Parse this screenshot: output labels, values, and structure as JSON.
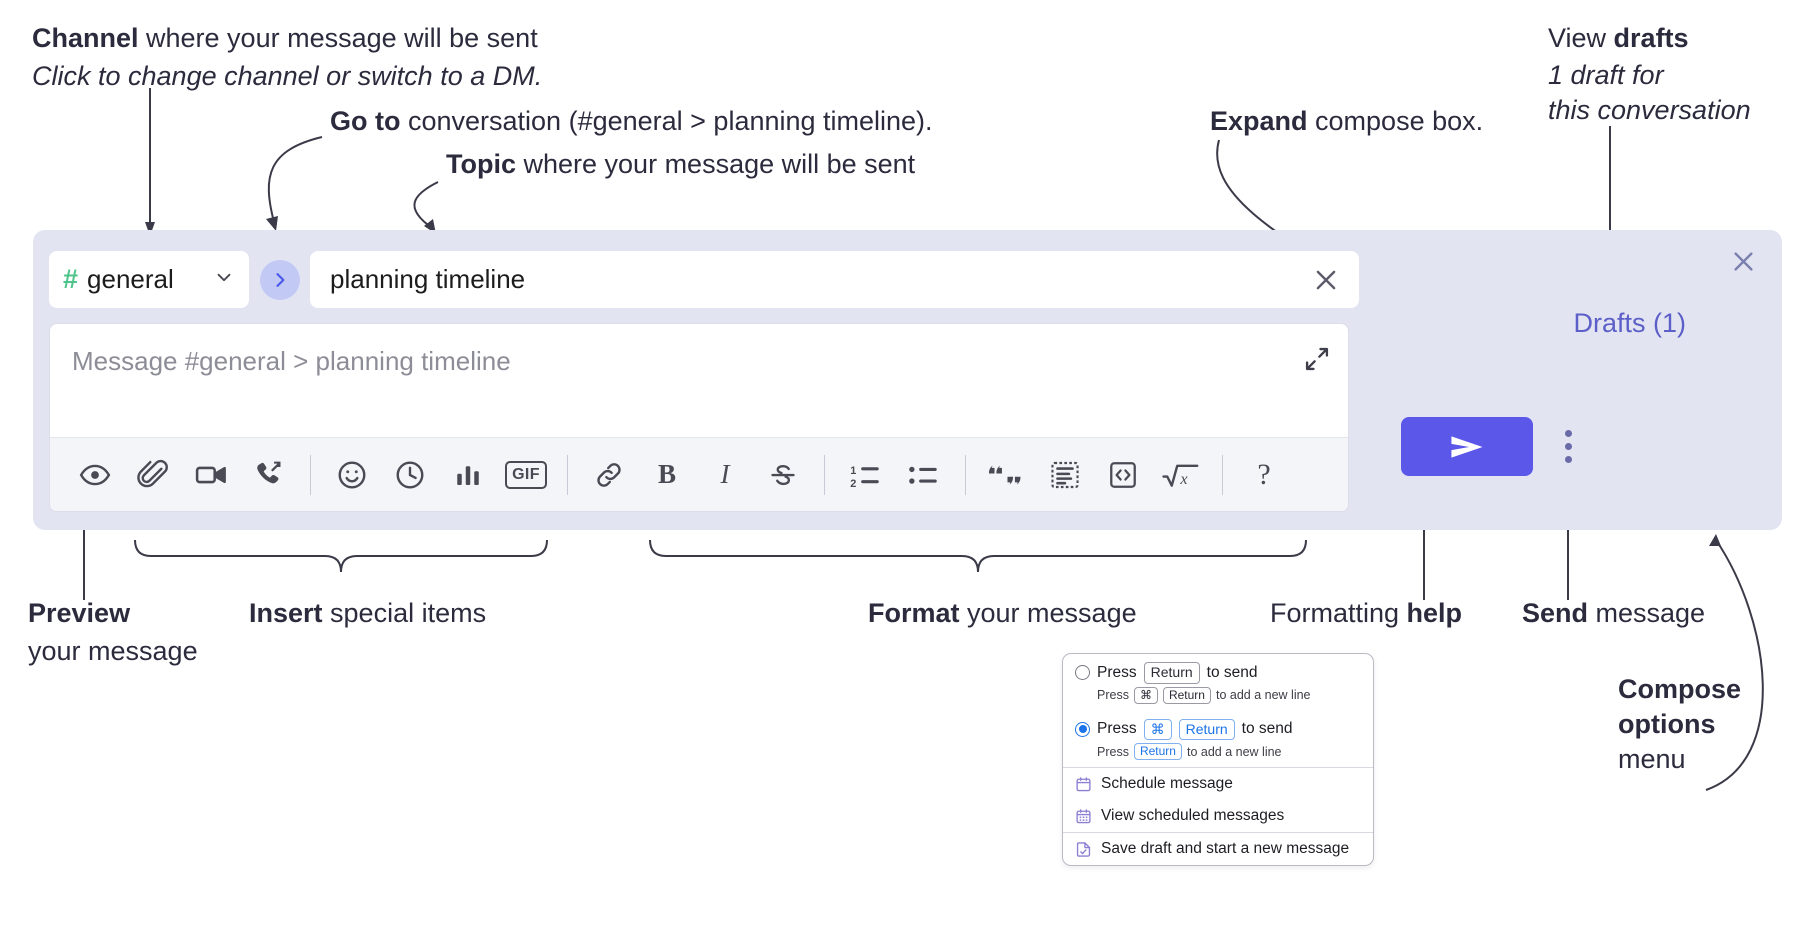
{
  "annotations": {
    "channel": {
      "bold": "Channel",
      "rest": " where your message will be sent",
      "italic": "Click to change channel or switch to a DM."
    },
    "goto": {
      "bold": "Go to",
      "rest": " conversation (#general > planning timeline)."
    },
    "topic": {
      "bold": "Topic",
      "rest": " where your message will be sent"
    },
    "expand": {
      "bold": "Expand",
      "rest": " compose box."
    },
    "drafts": {
      "bold_lead": "View ",
      "bold": "drafts",
      "italic1": "1 draft for",
      "italic2": "this conversation"
    },
    "preview": {
      "bold": "Preview",
      "rest": "your message"
    },
    "insert": {
      "bold": "Insert",
      "rest": " special items"
    },
    "format": {
      "bold": "Format",
      "rest": " your message"
    },
    "formatting_help": {
      "lead": "Formatting ",
      "bold": "help"
    },
    "send": {
      "bold": "Send",
      "rest": " message"
    },
    "compose_options": {
      "bold1": "Compose",
      "bold2": "options",
      "rest": "menu"
    }
  },
  "compose": {
    "channel_name": "general",
    "channel_hash": "#",
    "topic_value": "planning timeline",
    "message_placeholder": "Message #general > planning timeline",
    "drafts_label": "Drafts (1)",
    "close_icon": "close-icon",
    "goto_icon": "chevron-right-icon",
    "expand_icon": "expand-icon",
    "clear_icon": "clear-topic-icon",
    "send_icon": "send-paper-plane-icon",
    "kebab_icon": "vertical-ellipsis-icon",
    "accent_color": "#5b57e8",
    "panel_bg": "#e2e4f2",
    "hash_color": "#4fc48a",
    "drafts_color": "#5b5fc7"
  },
  "toolbar": {
    "groups": [
      {
        "name": "preview",
        "items": [
          {
            "icon": "eye-icon",
            "label": "Preview"
          }
        ]
      },
      {
        "name": "insert",
        "items": [
          {
            "icon": "paperclip-icon",
            "label": "Attach file"
          },
          {
            "icon": "video-camera-icon",
            "label": "Record video clip"
          },
          {
            "icon": "phone-arrow-icon",
            "label": "Record audio clip"
          }
        ]
      },
      {
        "name": "insert2",
        "items": [
          {
            "icon": "emoji-smiley-icon",
            "label": "Emoji"
          },
          {
            "icon": "clock-icon",
            "label": "Reminder"
          },
          {
            "icon": "bar-chart-icon",
            "label": "Poll"
          },
          {
            "icon": "gif-icon",
            "label": "GIF"
          }
        ]
      },
      {
        "name": "format",
        "items": [
          {
            "icon": "link-icon",
            "label": "Link"
          },
          {
            "icon": "bold-icon",
            "label": "B"
          },
          {
            "icon": "italic-icon",
            "label": "I"
          },
          {
            "icon": "strikethrough-icon",
            "label": "S"
          }
        ]
      },
      {
        "name": "lists",
        "items": [
          {
            "icon": "ordered-list-icon",
            "label": "Ordered list"
          },
          {
            "icon": "bulleted-list-icon",
            "label": "Bulleted list"
          }
        ]
      },
      {
        "name": "blocks",
        "items": [
          {
            "icon": "blockquote-icon",
            "label": "Blockquote"
          },
          {
            "icon": "code-block-icon",
            "label": "Code block"
          },
          {
            "icon": "code-inline-icon",
            "label": "Code"
          },
          {
            "icon": "math-sqrt-icon",
            "label": "Math"
          }
        ]
      },
      {
        "name": "help",
        "items": [
          {
            "icon": "question-mark-icon",
            "label": "?"
          }
        ]
      }
    ]
  },
  "options_menu": {
    "radios": [
      {
        "selected": false,
        "main_pre": "Press",
        "main_keys": [
          "Return"
        ],
        "main_post": "to send",
        "sub_pre": "Press",
        "sub_keys": [
          "⌘",
          "Return"
        ],
        "sub_post": "to add a new line"
      },
      {
        "selected": true,
        "main_pre": "Press",
        "main_keys": [
          "⌘",
          "Return"
        ],
        "main_post": "to send",
        "sub_pre": "Press",
        "sub_keys": [
          "Return"
        ],
        "sub_post": "to add a new line"
      }
    ],
    "items": [
      {
        "icon": "calendar-schedule-icon",
        "label": "Schedule message"
      },
      {
        "icon": "calendar-grid-icon",
        "label": "View scheduled messages"
      },
      {
        "icon": "save-draft-icon",
        "label": "Save draft and start a new message"
      }
    ]
  }
}
